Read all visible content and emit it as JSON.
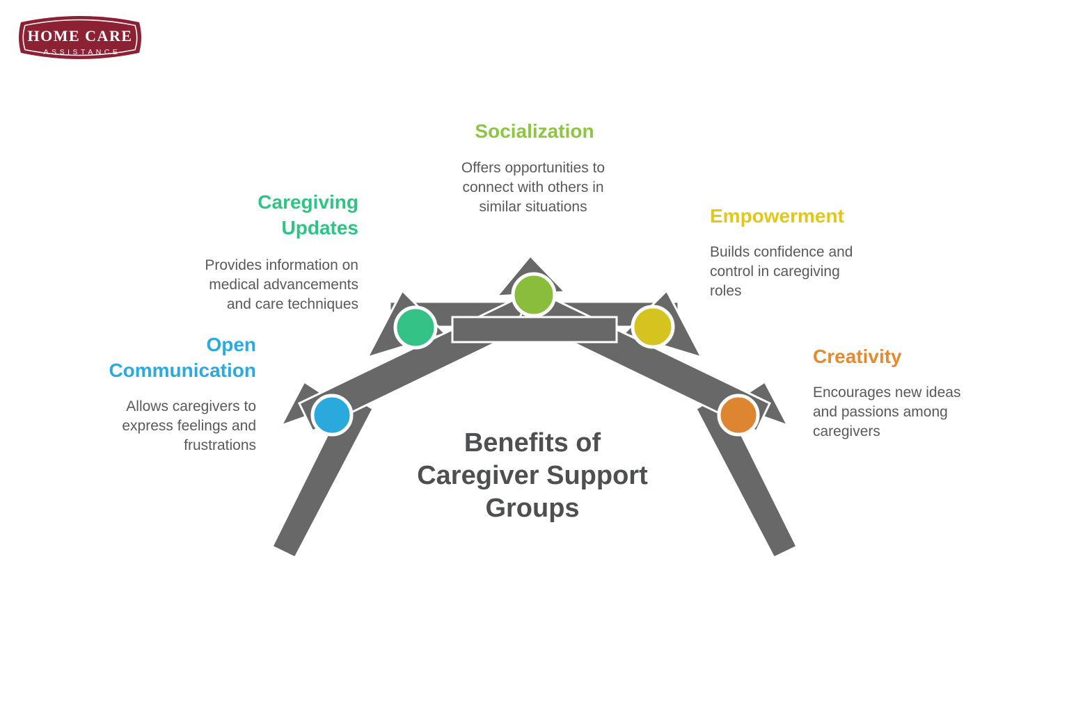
{
  "logo": {
    "line1": "HOME CARE",
    "line2": "ASSISTANCE",
    "badge_color": "#8C2134",
    "border_color": "#FFFFFF"
  },
  "title": "Benefits of\nCaregiver Support\nGroups",
  "title_color": "#4E4F51",
  "arch": {
    "segment_color": "#686868",
    "separator_color": "#FFFFFF",
    "ring_color": "#FFFFFF"
  },
  "body_text_color": "#58595B",
  "benefits": [
    {
      "id": "open-communication",
      "label": "Open\nCommunication",
      "description": "Allows caregivers to\nexpress feelings and\nfrustrations",
      "heading_color": "#29ABE2",
      "circle_color": "#29A9DC"
    },
    {
      "id": "caregiving-updates",
      "label": "Caregiving\nUpdates",
      "description": "Provides information on\nmedical advancements\nand care techniques",
      "heading_color": "#2EC584",
      "circle_color": "#34C287"
    },
    {
      "id": "socialization",
      "label": "Socialization",
      "description": "Offers opportunities to\nconnect with others in\nsimilar situations",
      "heading_color": "#8CC63E",
      "circle_color": "#8ABD3C"
    },
    {
      "id": "empowerment",
      "label": "Empowerment",
      "description": "Builds confidence and\ncontrol in caregiving\nroles",
      "heading_color": "#E2C816",
      "circle_color": "#D5C31F"
    },
    {
      "id": "creativity",
      "label": "Creativity",
      "description": "Encourages new ideas\nand passions among\ncaregivers",
      "heading_color": "#E78A2E",
      "circle_color": "#DE8531"
    }
  ]
}
